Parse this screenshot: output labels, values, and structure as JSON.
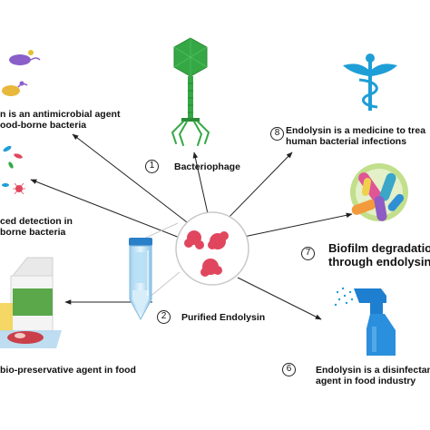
{
  "labels": {
    "bacteriophage": "Bacteriophage",
    "purified_endolysin": "Purified Endolysin",
    "antimicrobial_line1": "n is an antimicrobial agent",
    "antimicrobial_line2": "ood-borne bacteria",
    "detection_line1": "ced detection in",
    "detection_line2": "borne bacteria",
    "biopreservative": "bio-preservative agent in food",
    "medicine_line1": "Endolysin is a medicine to trea",
    "medicine_line2": "human  bacterial infections",
    "biofilm_line1": "Biofilm degradation",
    "biofilm_line2": "through endolysin",
    "disinfectant_line1": "Endolysin is a disinfectan",
    "disinfectant_line2": "agent in food industry"
  },
  "markers": {
    "bacteriophage": "1",
    "purified_endolysin": "2",
    "biofilm": "7",
    "medicine": "8",
    "disinfectant": "6"
  },
  "colors": {
    "phage": "#35a845",
    "caduceus": "#1e9ed6",
    "spray_bottle": "#1e7fd0",
    "endolysin_particles": "#e0475e",
    "arrows": "#222222"
  }
}
